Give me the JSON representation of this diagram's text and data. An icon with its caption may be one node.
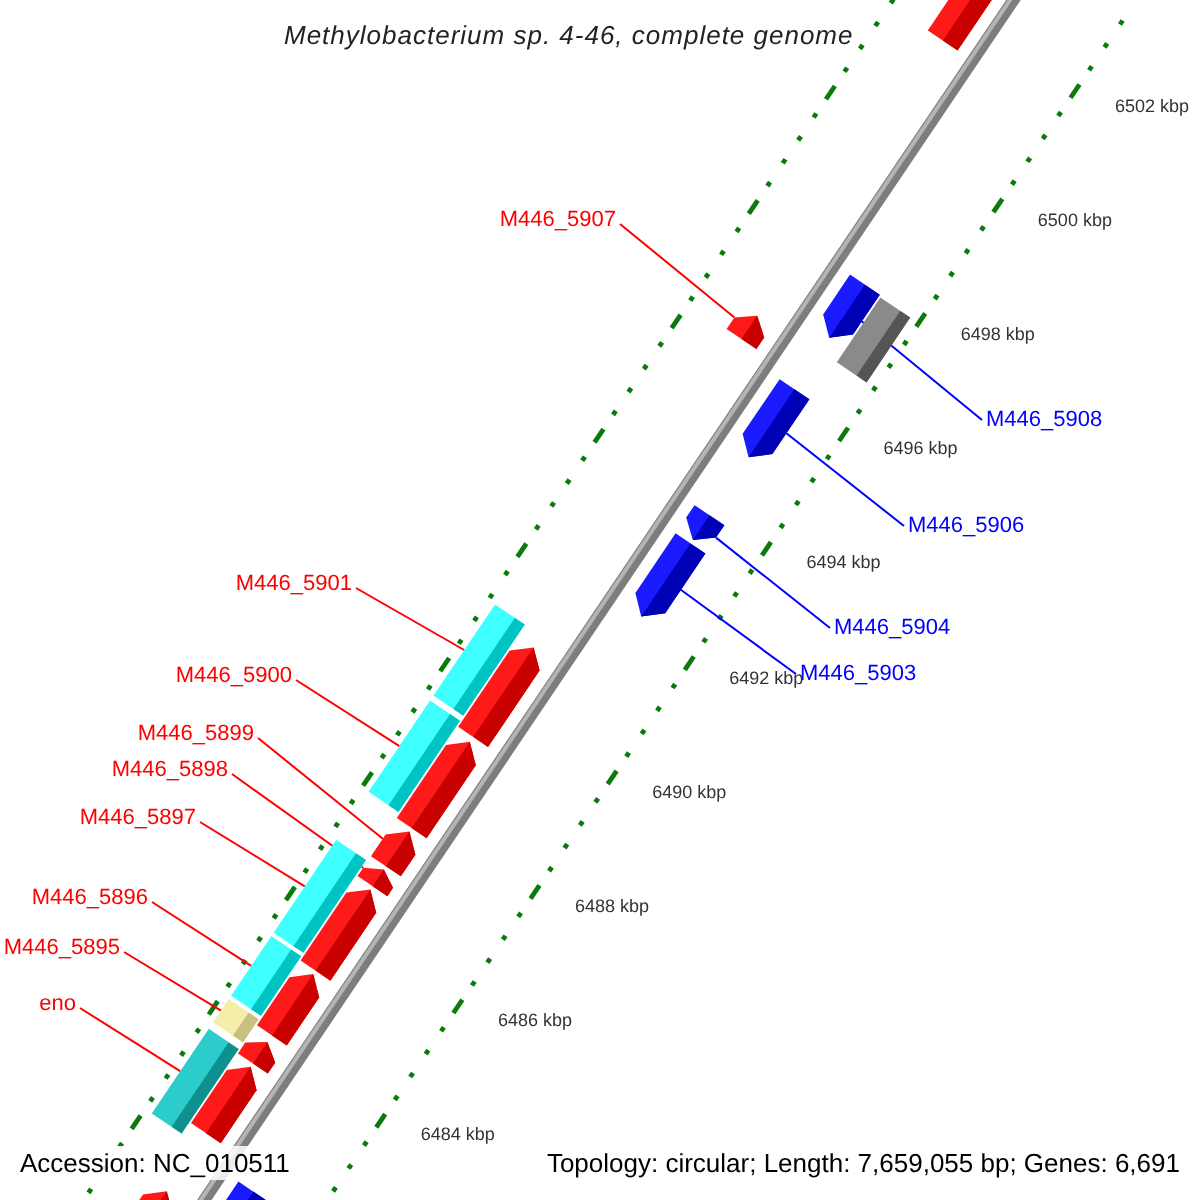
{
  "diagram": {
    "title": "Methylobacterium sp. 4-46, complete genome",
    "nodes": [
      {
        "text": [
          "M446_5907"
        ]
      },
      {
        "text": [
          "M446_5908"
        ]
      },
      {
        "text": [
          "M446_5906"
        ]
      },
      {
        "text": [
          "M446_5904"
        ]
      },
      {
        "text": [
          "M446_5903"
        ]
      },
      {
        "text": [
          "M446_5901"
        ]
      },
      {
        "text": [
          "M446_5900"
        ]
      },
      {
        "text": [
          "M446_5899"
        ]
      },
      {
        "text": [
          "M446_5898"
        ]
      },
      {
        "text": [
          "M446_5897"
        ]
      },
      {
        "text": [
          "M446_5896"
        ]
      },
      {
        "text": [
          "M446_5895"
        ]
      },
      {
        "text": [
          "eno"
        ]
      },
      {
        "text": [],
        "shape": "arrow"
      },
      {
        "text": [],
        "shape": "arrow"
      },
      {
        "text": [],
        "shape": "bar"
      },
      {
        "text": [],
        "shape": "arrow"
      },
      {
        "text": [],
        "shape": "arrow"
      },
      {
        "text": [],
        "shape": "arrow"
      },
      {
        "text": [],
        "shape": "arrow"
      },
      {
        "text": [],
        "shape": "bar"
      },
      {
        "text": [],
        "shape": "arrow"
      },
      {
        "text": [],
        "shape": "bar"
      },
      {
        "text": [],
        "shape": "arrow"
      },
      {
        "text": [],
        "shape": "arrow"
      },
      {
        "text": [],
        "shape": "arrow"
      },
      {
        "text": [],
        "shape": "bar"
      },
      {
        "text": [],
        "shape": "arrow"
      },
      {
        "text": [],
        "shape": "bar"
      },
      {
        "text": [],
        "shape": "arrow"
      },
      {
        "text": [],
        "shape": "bar"
      },
      {
        "text": [],
        "shape": "arrow"
      },
      {
        "text": [],
        "shape": "bar"
      },
      {
        "text": [],
        "shape": "arrow"
      },
      {
        "text": [],
        "shape": "arrow"
      },
      {
        "text": [],
        "shape": "arrow"
      }
    ],
    "edges": [
      {
        "from": 0,
        "to": 16,
        "arrow": "none"
      },
      {
        "from": 1,
        "to": 14,
        "arrow": "none",
        "color": "#0000ff"
      },
      {
        "from": 2,
        "to": 17,
        "arrow": "none",
        "color": "#0000ff"
      },
      {
        "from": 3,
        "to": 18,
        "arrow": "none",
        "color": "#0000ff"
      },
      {
        "from": 4,
        "to": 19,
        "arrow": "none",
        "color": "#0000ff"
      },
      {
        "from": 5,
        "to": 20,
        "arrow": "none"
      },
      {
        "from": 6,
        "to": 22,
        "arrow": "none"
      },
      {
        "from": 7,
        "to": 24,
        "arrow": "none"
      },
      {
        "from": 8,
        "to": 25,
        "arrow": "none"
      },
      {
        "from": 9,
        "to": 26,
        "arrow": "none"
      },
      {
        "from": 10,
        "to": 28,
        "arrow": "none"
      },
      {
        "from": 11,
        "to": 30,
        "arrow": "none"
      },
      {
        "from": 12,
        "to": 32,
        "arrow": "none"
      }
    ],
    "labels": [
      "6502 kbp",
      "6500 kbp",
      "6498 kbp",
      "6496 kbp",
      "6494 kbp",
      "6492 kbp",
      "6490 kbp",
      "6488 kbp",
      "6486 kbp",
      "6484 kbp",
      "Accession: NC_010511",
      "Topology: circular; Length: 7,659,055 bp; Genes: 6,691"
    ]
  }
}
